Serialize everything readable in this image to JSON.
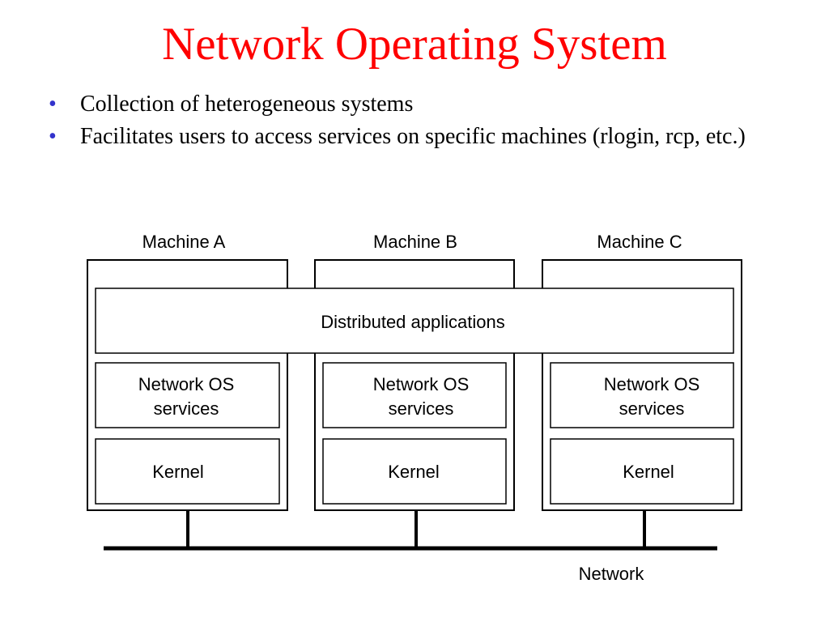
{
  "slide": {
    "title": "Network Operating System",
    "bullets": [
      "Collection of heterogeneous systems",
      "Facilitates users to access services on specific machines (rlogin, rcp, etc.)"
    ],
    "accent_colors": {
      "title": "#ff0000",
      "bullet": "#3333cc"
    }
  },
  "diagram": {
    "machines": [
      {
        "label": "Machine A",
        "os_line1": "Network OS",
        "os_line2": "services",
        "kernel": "Kernel"
      },
      {
        "label": "Machine B",
        "os_line1": "Network OS",
        "os_line2": "services",
        "kernel": "Kernel"
      },
      {
        "label": "Machine C",
        "os_line1": "Network OS",
        "os_line2": "services",
        "kernel": "Kernel"
      }
    ],
    "distributed_apps": "Distributed applications",
    "network": "Network"
  }
}
